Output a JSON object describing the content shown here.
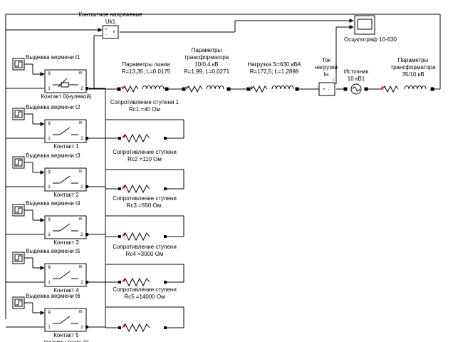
{
  "meter": {
    "title": "Контактное напряжение",
    "name": "Uk1",
    "plus": "+",
    "minus": "-",
    "v": "v"
  },
  "scope": {
    "name": "Осцилограф  10-630"
  },
  "line": {
    "title": "Параметры линии",
    "params": "R=13,35; L=0.0175"
  },
  "transformer_low": {
    "title": "Параметры",
    "title2": "трансформагора",
    "voltage": "10/0,4 кВ",
    "params": "R=1,99; L=0,0271"
  },
  "load": {
    "title": "Нагрузка S=630  кВА",
    "params": "R=172,5; L=1,2898"
  },
  "current": {
    "title": "Ток",
    "title2": "нагрузки",
    "name": "Iн",
    "plus": "+",
    "minus": "-",
    "i": "i"
  },
  "source": {
    "title": "Источник",
    "value": "10 кВ1"
  },
  "transformer_high": {
    "title": "Параметры",
    "title2": "трансформатора",
    "voltage": "35/10 кВ"
  },
  "stage_blocks": [
    {
      "timer": "Выдежка вермени t1",
      "contact": "Контакт 0(нулевой)",
      "contact2": ""
    },
    {
      "timer": "Выдежка вермени t2",
      "contact": "Контакт 1",
      "contact2": ""
    },
    {
      "timer": "Выдежка вермени t3",
      "contact": "Контакт 2",
      "contact2": ""
    },
    {
      "timer": "Выдежка вермени t4",
      "contact": "Контакт 3",
      "contact2": ""
    },
    {
      "timer": "Выдежка вермени t5",
      "contact": "Контакт 4",
      "contact2": ""
    },
    {
      "timer": "Выдежка вермени t6",
      "contact": "Контакт 5",
      "contact2": "(видимы разрыв)"
    }
  ],
  "resistors": [
    {
      "title": "Сопротивление ступени 1",
      "value": "Rc1 =40 Ом"
    },
    {
      "title": "Сопротивление ступени",
      "value": "Rc2 =110 Ом"
    },
    {
      "title": "Сопротивление ступени",
      "value": "Rc3 =550 Ом;"
    },
    {
      "title": "Сопротивление ступени",
      "value": "Rc4 =3000 Ом"
    },
    {
      "title": "Сопротивление ступени",
      "value": "Rc5 =14000 Ом"
    }
  ],
  "port_labels": {
    "g": "g",
    "m": "m",
    "one": "1",
    "two": "2"
  }
}
